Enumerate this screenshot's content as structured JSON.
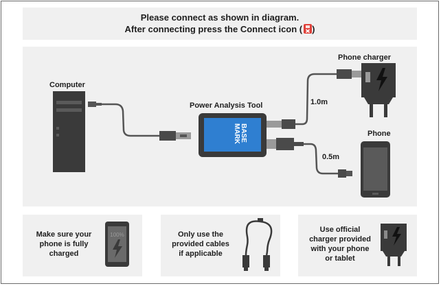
{
  "header": {
    "line1": "Please connect as shown in diagram.",
    "line2": "After connecting press the Connect icon (",
    "line2_end": ")",
    "connect_icon": "usb-disconnected-icon"
  },
  "diagram": {
    "computer_label": "Computer",
    "tool_label": "Power Analysis Tool",
    "tool_brand_line1": "BASE",
    "tool_brand_line2": "MARK",
    "phone_charger_label": "Phone charger",
    "phone_label": "Phone",
    "cable_long_label": "1.0m",
    "cable_short_label": "0.5m"
  },
  "tips": [
    {
      "text": "Make sure your phone is fully charged",
      "line1": "Make sure your",
      "line2": "phone is fully",
      "line3": "charged",
      "battery_text": "100%",
      "icon": "charged-phone-icon"
    },
    {
      "line1": "Only use the",
      "line2": "provided cables",
      "line3": "if applicable",
      "icon": "cables-icon"
    },
    {
      "line1": "Use official",
      "line2": "charger provided",
      "line3": "with your phone",
      "line4": "or tablet",
      "icon": "charger-icon"
    }
  ],
  "colors": {
    "panel": "#f0f0f0",
    "device_dark": "#3a3a3a",
    "cable": "#555555",
    "screen_blue": "#2f7fd1",
    "alert_red": "#e0413a"
  }
}
